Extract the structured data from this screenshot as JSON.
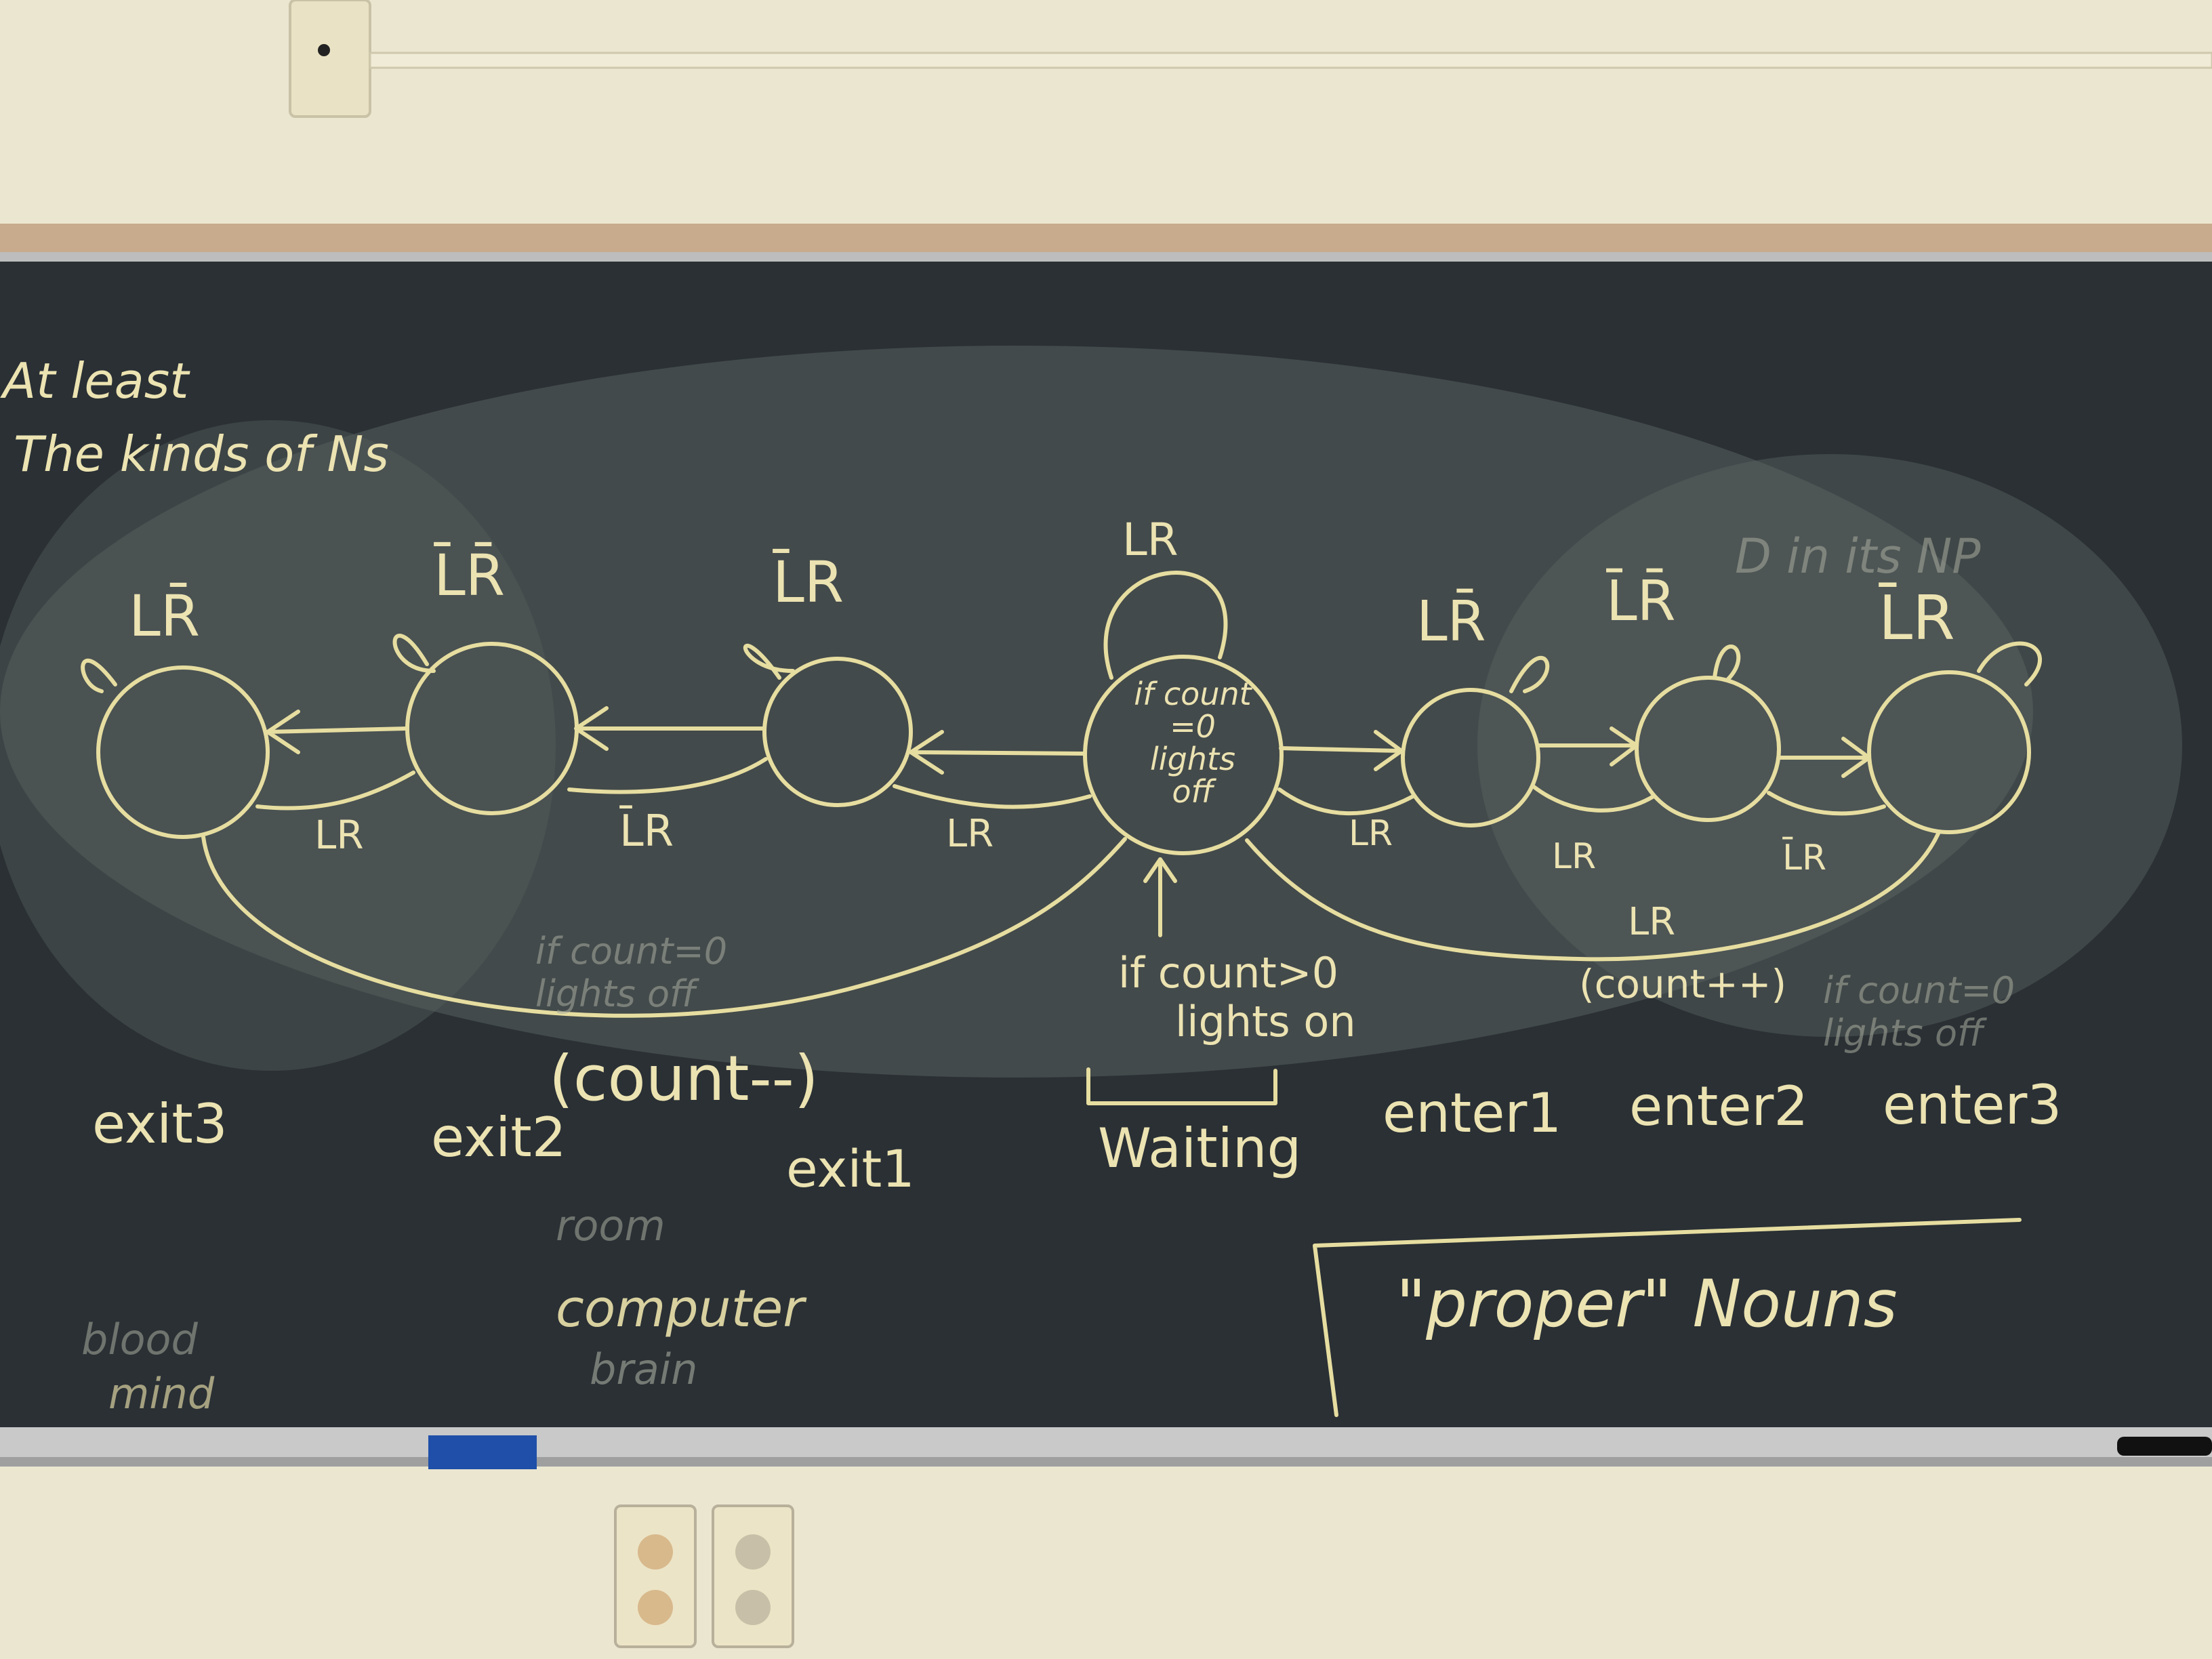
{
  "board": {
    "top_left_notes": [
      "At least",
      "The kinds of Ns"
    ],
    "states": {
      "exit3": "exit3",
      "exit2": "exit2",
      "exit1": "exit1",
      "waiting": "Waiting",
      "enter1": "enter1",
      "enter2": "enter2",
      "enter3": "enter3"
    },
    "center_state_text": [
      "if count",
      "=0",
      "lights",
      "off"
    ],
    "self_loop_labels": {
      "exit3": "LR̄",
      "exit2": "L̄R̄",
      "exit1": "L̄R",
      "waiting": "LR",
      "enter1": "LR̄",
      "enter2": "L̄R̄",
      "enter3": "L̄R"
    },
    "transition_labels": {
      "exit3_to_exit2": "LR",
      "exit2_to_exit1": "L̄R",
      "exit1_to_waiting": "LR",
      "enter1_to_waiting": "LR",
      "enter2_to_enter1": "LR",
      "enter3_to_enter2": "L̄R"
    },
    "bottom_arc_labels": {
      "exit_arc": "(count--)",
      "enter_arc_top": "LR",
      "enter_arc": "(count++)"
    },
    "waiting_note": [
      "if count>0",
      "lights on"
    ],
    "faint_notes": [
      "if count=0 lights off",
      "if count=0 lights off",
      "room",
      "computer",
      "brain",
      "blood",
      "mind",
      "D in its NP"
    ],
    "bottom_right_note": "\"proper\" Nouns"
  }
}
